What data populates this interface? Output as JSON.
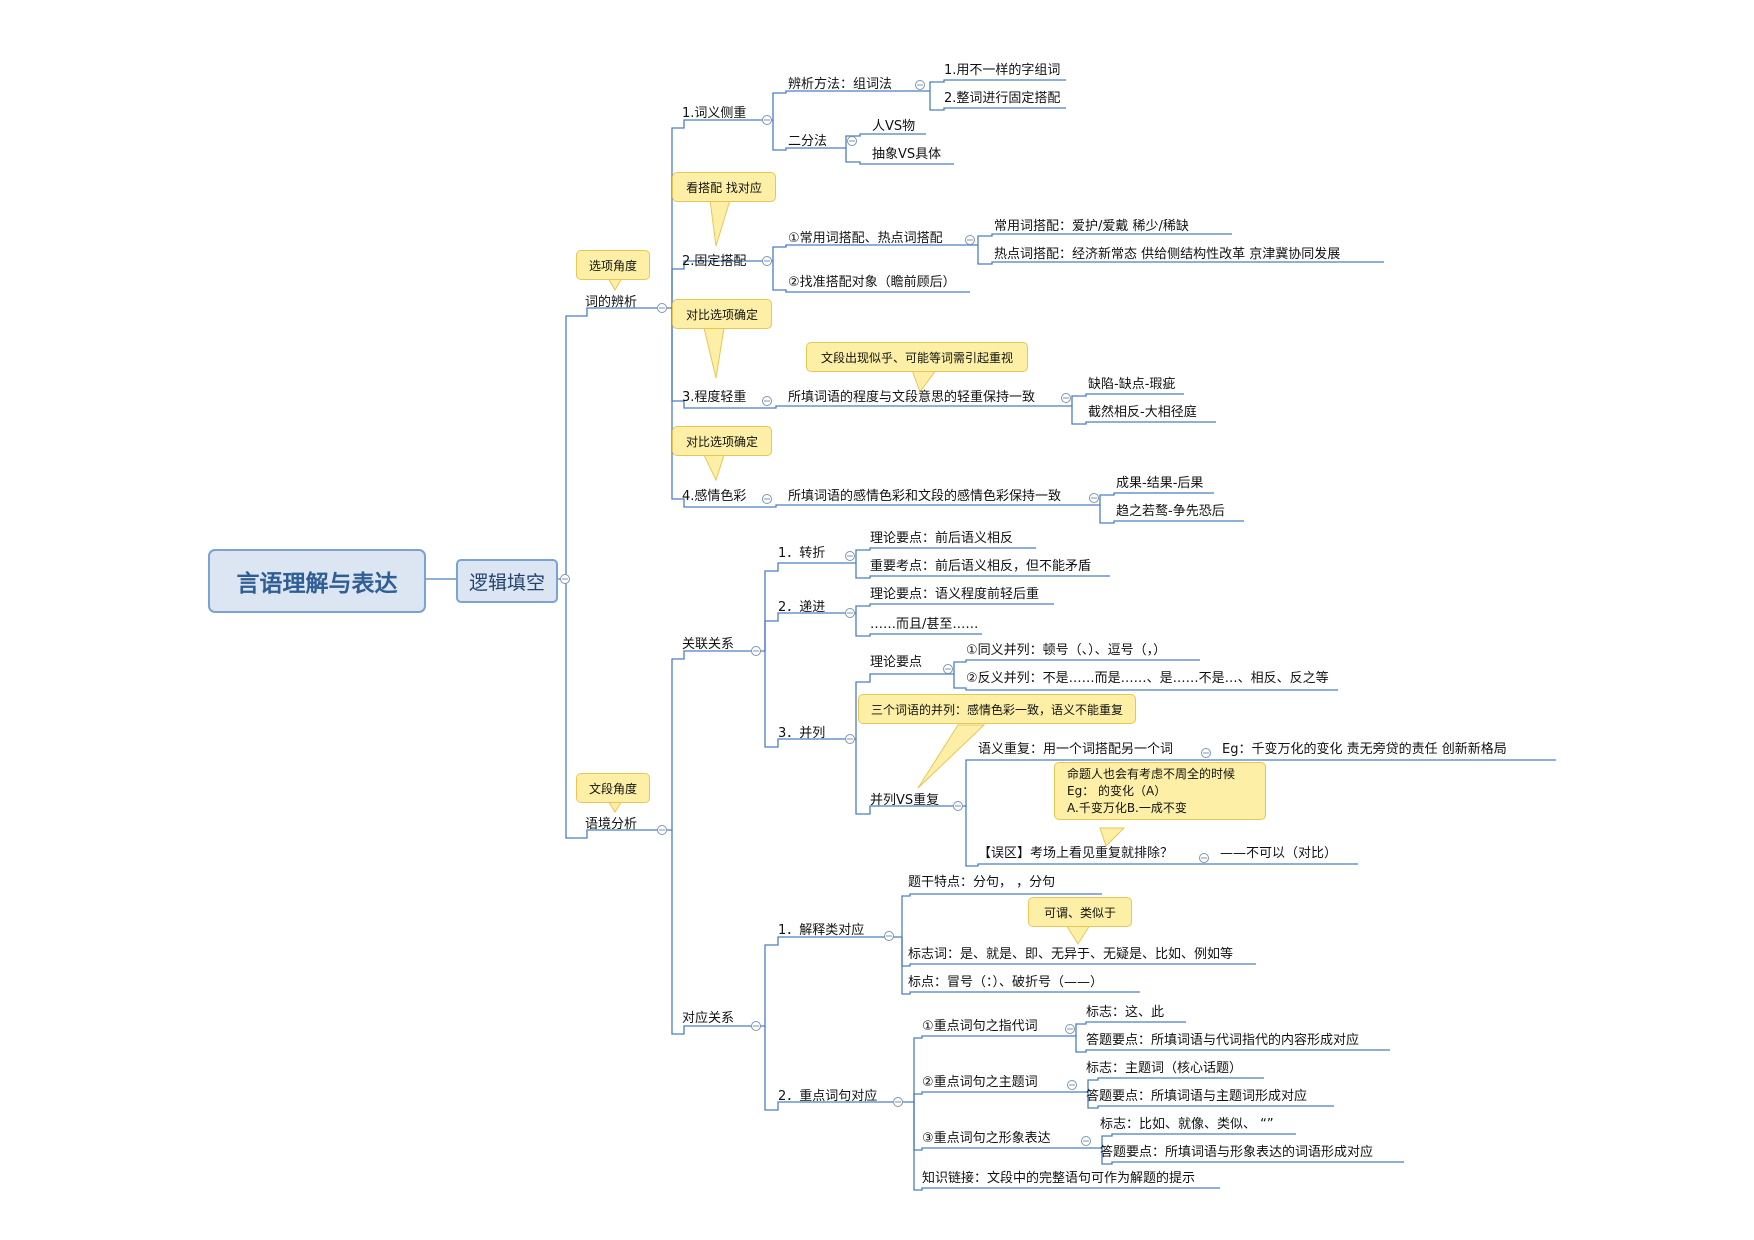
{
  "root": {
    "label": "言语理解与表达"
  },
  "main": {
    "label": "逻辑填空"
  },
  "branches": {
    "cifenxi": {
      "label": "词的辨析",
      "callout": "选项角度",
      "cyc": {
        "label": "1.词义侧重",
        "bianxi": {
          "label": "辨析方法：组词法",
          "items": [
            "1.用不一样的字组词",
            "2.整词进行固定搭配"
          ]
        },
        "erfen": {
          "label": "二分法",
          "items": [
            "人VS物",
            "抽象VS具体"
          ]
        }
      },
      "gddp": {
        "label": "2.固定搭配",
        "callout": "看搭配  找对应",
        "cy": {
          "label": "①常用词搭配、热点词搭配",
          "items": [
            "常用词搭配：爱护/爱戴       稀少/稀缺",
            "热点词搭配：经济新常态    供给侧结构性改革     京津冀协同发展"
          ]
        },
        "zz": {
          "label": "②找准搭配对象（瞻前顾后）"
        }
      },
      "cdqz": {
        "label": "3.程度轻重",
        "callout": "对比选项确定",
        "sub_label": "所填词语的程度与文段意思的轻重保持一致",
        "sub_callout": "文段出现似乎、可能等词需引起重视",
        "items": [
          "缺陷-缺点-瑕疵",
          "截然相反-大相径庭"
        ]
      },
      "gqsc": {
        "label": "4.感情色彩",
        "callout": "对比选项确定",
        "sub_label": "所填词语的感情色彩和文段的感情色彩保持一致",
        "items": [
          "成果-结果-后果",
          "趋之若鹜-争先恐后"
        ]
      }
    },
    "yjfx": {
      "label": "语境分析",
      "callout": "文段角度",
      "gl": {
        "label": "关联关系",
        "zz": {
          "label": "1．转折",
          "items": [
            "理论要点：前后语义相反",
            "重要考点：前后语义相反，但不能矛盾"
          ]
        },
        "dj": {
          "label": "2．递进",
          "items": [
            "理论要点：语义程度前轻后重",
            "……而且/甚至……"
          ]
        },
        "bl": {
          "label": "3．并列",
          "llyd": {
            "label": "理论要点",
            "items": [
              "①同义并列：顿号（、）、逗号（，）",
              "②反义并列：不是……而是……、是……不是…、相反、反之等"
            ]
          },
          "sanci_callout": "三个词语的并列：感情色彩一致，语义不能重复",
          "cf": {
            "label": "并列VS重复",
            "yy": {
              "label": "语义重复：用一个词搭配另一个词",
              "eg": "Eg：千变万化的变化    责无旁贷的责任      创新新格局"
            },
            "wq": {
              "label": "【误区】考场上看见重复就排除？",
              "ans": "——不可以（对比）"
            },
            "callout_lines": [
              "命题人也会有考虑不周全的时候",
              "Eg：        的变化（A）",
              "A.千变万化B.一成不变"
            ]
          }
        }
      },
      "dy": {
        "label": "对应关系",
        "jsl": {
          "label": "1．解释类对应",
          "tg": "题干特点：分句，       ，分句",
          "callout": "可谓、类似于",
          "bzc": "标志词：是、就是、即、无异于、无疑是、比如、例如等",
          "bd": "标点：冒号（：）、破折号（——）"
        },
        "zd": {
          "label": "2．重点词句对应",
          "zdc1": {
            "label": "①重点词句之指代词",
            "items": [
              "标志：这、此",
              "答题要点：所填词语与代词指代的内容形成对应"
            ]
          },
          "zdc2": {
            "label": "②重点词句之主题词",
            "items": [
              "标志：主题词（核心话题）",
              "答题要点：所填词语与主题词形成对应"
            ]
          },
          "zdc3": {
            "label": "③重点词句之形象表达",
            "items": [
              "标志：比如、就像、类似、  “”",
              "答题要点：所填词语与形象表达的词语形成对应"
            ]
          },
          "zslj": "知识链接：文段中的完整语句可作为解题的提示"
        }
      }
    }
  },
  "colors": {
    "line": "#4a7fc1",
    "node_fill": "#dce6f2",
    "node_border": "#7aa3d2",
    "callout_fill": "#fdf0a6",
    "callout_border": "#e8c655"
  }
}
